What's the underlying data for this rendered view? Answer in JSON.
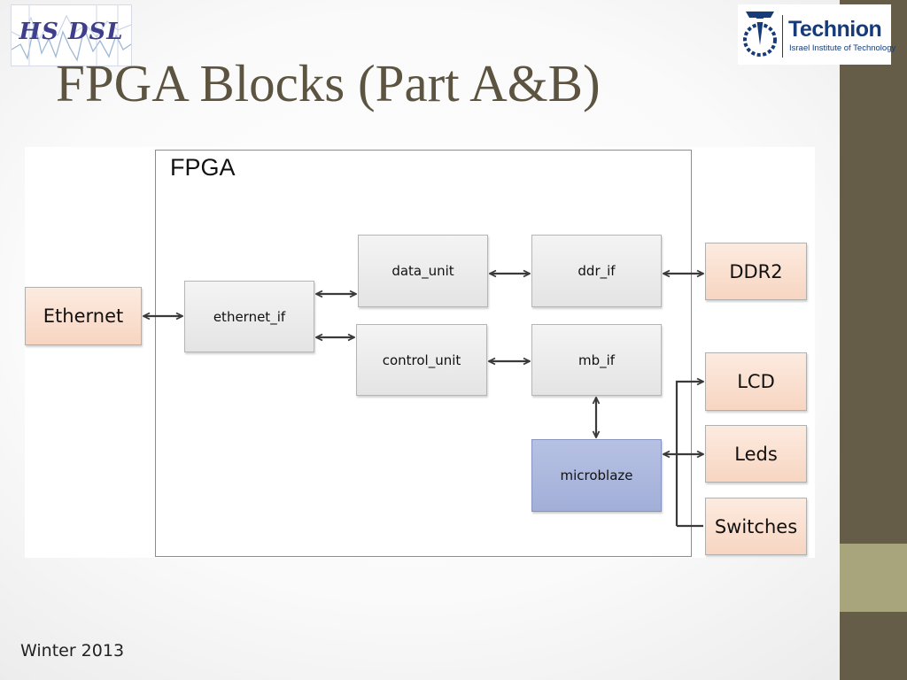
{
  "slide": {
    "title": "FPGA Blocks (Part A&B)",
    "footer": "Winter 2013"
  },
  "logos": {
    "left": {
      "text": "HS  DSL"
    },
    "right": {
      "name": "Technion",
      "subtitle": "Israel Institute of Technology"
    }
  },
  "diagram": {
    "fpga_label": "FPGA",
    "blocks": {
      "ethernet": "Ethernet",
      "ethernet_if": "ethernet_if",
      "data_unit": "data_unit",
      "control_unit": "control_unit",
      "ddr_if": "ddr_if",
      "mb_if": "mb_if",
      "microblaze": "microblaze",
      "ddr2": "DDR2",
      "lcd": "LCD",
      "leds": "Leds",
      "switches": "Switches"
    }
  },
  "colors": {
    "sidebar": "#655d48",
    "sidebar_accent": "#a8a47c",
    "title": "#5c5440",
    "external_block": "#f9dccb",
    "internal_block": "#ebebeb",
    "cpu_block": "#aab6dc",
    "arrow": "#3a3a3a"
  }
}
